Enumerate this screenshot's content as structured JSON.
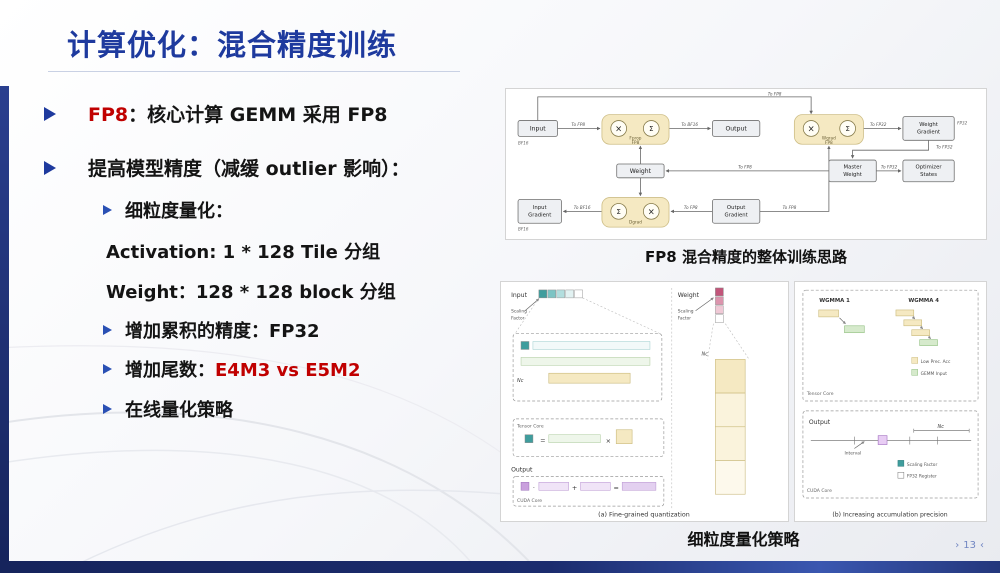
{
  "colors": {
    "title_blue": "#1e3a9e",
    "highlight_red": "#c00000",
    "accent_navy": "#16245c",
    "diagram_yellow": "#f5e9c2"
  },
  "slide": {
    "title": "计算优化：混合精度训练",
    "page_prefix": "›",
    "page_number": "13",
    "page_suffix": "‹"
  },
  "bullets": {
    "b1_highlight": "FP8",
    "b1_rest": "：核心计算 GEMM 采用 FP8",
    "b2": "提高模型精度（减缓 outlier 影响）：",
    "sub1": "细粒度量化：",
    "sub1_line1": "Activation: 1 * 128 Tile 分组",
    "sub1_line2": "Weight：128 * 128 block 分组",
    "sub2": "增加累积的精度：FP32",
    "sub3_prefix": "增加尾数：",
    "sub3_highlight": "E4M3 vs E5M2",
    "sub4": "在线量化策略"
  },
  "fig_fp8": {
    "caption": "FP8 混合精度的整体训练思路",
    "input": "Input",
    "output": "Output",
    "weight": "Weight",
    "input_grad_1": "Input",
    "input_grad_2": "Gradient",
    "output_grad_1": "Output",
    "output_grad_2": "Gradient",
    "weight_grad_1": "Weight",
    "weight_grad_2": "Gradient",
    "master_1": "Master",
    "master_2": "Weight",
    "optim_1": "Optimizer",
    "optim_2": "States",
    "fprop": "Fprop",
    "dgrad": "Dgrad",
    "wgrad": "Wgrad",
    "fp8": "FP8",
    "bf16": "BF16",
    "fp32": "FP32",
    "to_fp8": "To FP8",
    "to_bf16": "To BF16",
    "to_fp32": "To FP32",
    "mul": "×",
    "sum": "Σ"
  },
  "fig_quant": {
    "caption": "细粒度量化策略",
    "a": {
      "caption": "(a) Fine-grained quantization",
      "input": "Input",
      "weight": "Weight",
      "scaling_1": "Scaling",
      "scaling_2": "Factor",
      "nc": "Nc",
      "tensor_core": "Tensor Core",
      "output": "Output",
      "cuda_core": "CUDA Core",
      "eq": "=",
      "times": "×",
      "dot": "·",
      "plus": "+"
    },
    "b": {
      "caption": "(b) Increasing accumulation precision",
      "wgmma1": "WGMMA 1",
      "wgmma4": "WGMMA 4",
      "tensor_core": "Tensor Core",
      "legend_low_prec": "Low Prec. Acc",
      "legend_gemm_input": "GEMM Input",
      "output": "Output",
      "nc": "Nc",
      "interval": "Interval",
      "legend_scaling": "Scaling Factor",
      "legend_fp32_reg": "FP32 Register",
      "cuda_core": "CUDA Core"
    }
  }
}
